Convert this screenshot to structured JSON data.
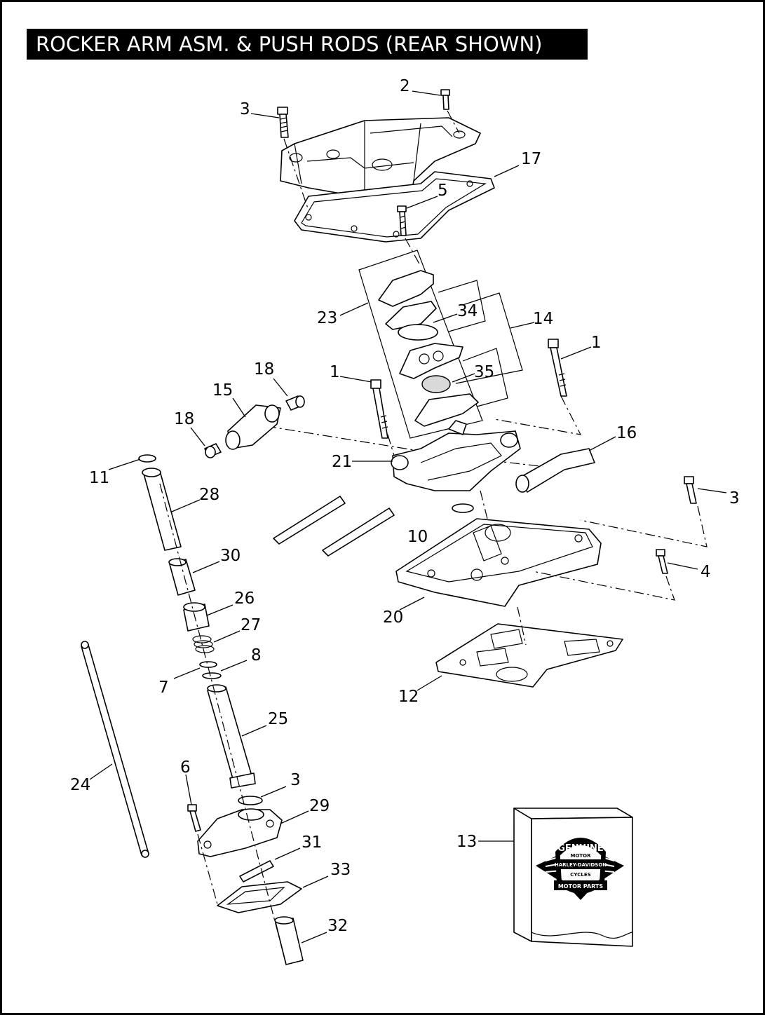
{
  "title": "ROCKER ARM ASM. & PUSH RODS (REAR SHOWN)",
  "callouts": [
    {
      "id": "c2a",
      "text": "2"
    },
    {
      "id": "c3a",
      "text": "3"
    },
    {
      "id": "c17",
      "text": "17"
    },
    {
      "id": "c5",
      "text": "5"
    },
    {
      "id": "c23",
      "text": "23"
    },
    {
      "id": "c34",
      "text": "34"
    },
    {
      "id": "c14",
      "text": "14"
    },
    {
      "id": "c1a",
      "text": "1"
    },
    {
      "id": "c1b",
      "text": "1"
    },
    {
      "id": "c18a",
      "text": "18"
    },
    {
      "id": "c15",
      "text": "15"
    },
    {
      "id": "c18b",
      "text": "18"
    },
    {
      "id": "c35",
      "text": "35"
    },
    {
      "id": "c16",
      "text": "16"
    },
    {
      "id": "c21",
      "text": "21"
    },
    {
      "id": "c11",
      "text": "11"
    },
    {
      "id": "c28",
      "text": "28"
    },
    {
      "id": "c3b",
      "text": "3"
    },
    {
      "id": "c10",
      "text": "10"
    },
    {
      "id": "c30",
      "text": "30"
    },
    {
      "id": "c4",
      "text": "4"
    },
    {
      "id": "c26",
      "text": "26"
    },
    {
      "id": "c20",
      "text": "20"
    },
    {
      "id": "c27",
      "text": "27"
    },
    {
      "id": "c8",
      "text": "8"
    },
    {
      "id": "c7",
      "text": "7"
    },
    {
      "id": "c12",
      "text": "12"
    },
    {
      "id": "c25",
      "text": "25"
    },
    {
      "id": "c6",
      "text": "6"
    },
    {
      "id": "c24",
      "text": "24"
    },
    {
      "id": "c3c",
      "text": "3"
    },
    {
      "id": "c29",
      "text": "29"
    },
    {
      "id": "c13",
      "text": "13"
    },
    {
      "id": "c31",
      "text": "31"
    },
    {
      "id": "c33",
      "text": "33"
    },
    {
      "id": "c32",
      "text": "32"
    }
  ],
  "logo": {
    "top_text": "GENUINE",
    "brand_line1": "MOTOR",
    "brand_line2": "HARLEY-DAVIDSON",
    "brand_line3": "CYCLES",
    "bottom_text": "MOTOR PARTS"
  }
}
